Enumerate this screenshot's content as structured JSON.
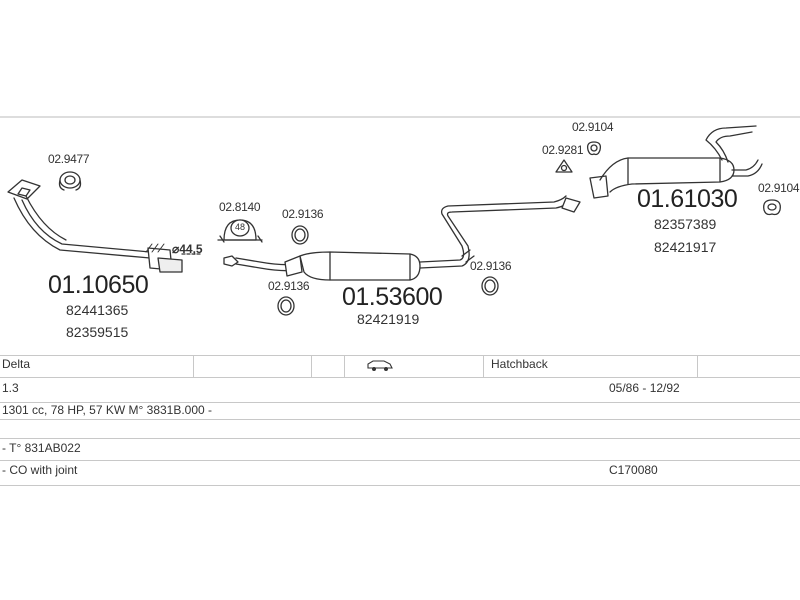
{
  "parts": {
    "p1": "02.9477",
    "p2": "02.8140",
    "p3": "02.9136",
    "p4": "02.9136",
    "p5": "02.9136",
    "p6": "02.9281",
    "p7": "02.9104",
    "p8": "02.9104",
    "clamp_number": "48"
  },
  "assemblies": {
    "front_pipe": {
      "number": "01.10650",
      "oem1": "82441365",
      "oem2": "82359515"
    },
    "middle_box": {
      "number": "01.53600",
      "oem1": "82421919"
    },
    "rear_box": {
      "number": "01.61030",
      "oem1": "82357389",
      "oem2": "82421917"
    }
  },
  "diameter": "⌀44,5",
  "table": {
    "model": "Delta",
    "body_type": "Hatchback",
    "engine": "1.3",
    "period": "05/86 - 12/92",
    "spec": "1301 cc, 78 HP, 57 KW M° 3831B.000 -",
    "type_code": "- T° 831AB022",
    "note": "- CO with joint",
    "catalog_code": "C170080"
  }
}
